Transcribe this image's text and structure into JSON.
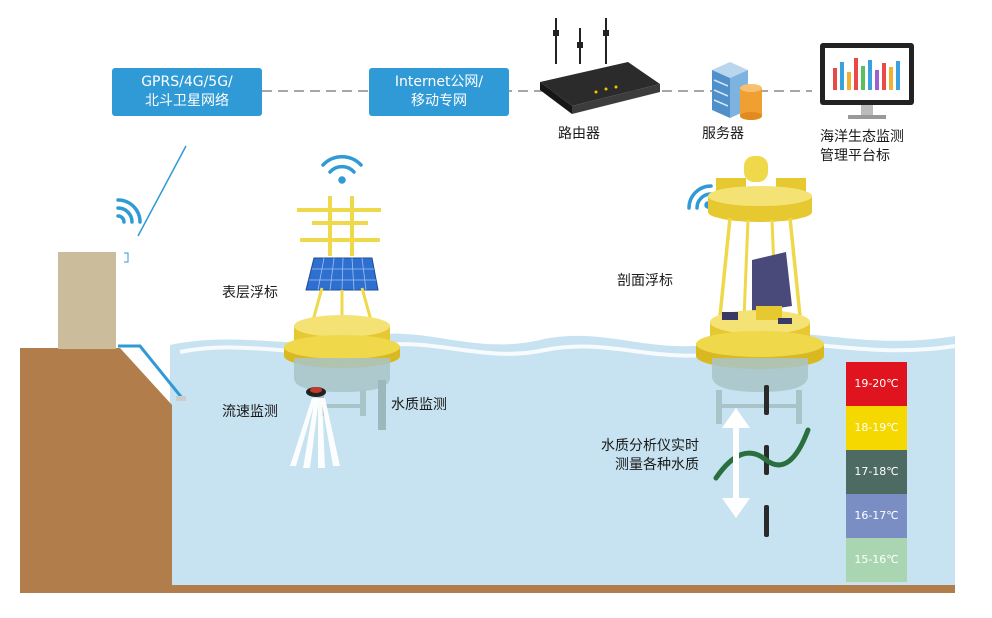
{
  "network": {
    "wireless_label_line1": "GPRS/4G/5G/",
    "wireless_label_line2": "北斗卫星网络",
    "internet_label_line1": "Internet公网/",
    "internet_label_line2": "移动专网",
    "router_label": "路由器",
    "server_label": "服务器",
    "platform_label_line1": "海洋生态监测",
    "platform_label_line2": "管理平台标"
  },
  "surface_buoy": {
    "label": "表层浮标",
    "flow_label": "流速监测",
    "water_quality_label": "水质监测"
  },
  "profile_buoy": {
    "label": "剖面浮标",
    "analyzer_line1": "水质分析仪实时",
    "analyzer_line2": "测量各种水质"
  },
  "temperature_scale": [
    {
      "label": "19-20℃",
      "color": "#e0141e",
      "text_color": "#ffffff"
    },
    {
      "label": "18-19℃",
      "color": "#f5d800",
      "text_color": "#ffffff"
    },
    {
      "label": "17-18℃",
      "color": "#4d6a63",
      "text_color": "#ffffff"
    },
    {
      "label": "16-17℃",
      "color": "#7b8ec4",
      "text_color": "#ffffff"
    },
    {
      "label": "15-16℃",
      "color": "#a9d6b0",
      "text_color": "#ffffff"
    }
  ],
  "colors": {
    "water": "#c7e2f0",
    "land": "#b07d4b",
    "buoy_yellow": "#efd84a",
    "accent_blue": "#2f9ad6",
    "cable_green": "#2a6f3e"
  }
}
